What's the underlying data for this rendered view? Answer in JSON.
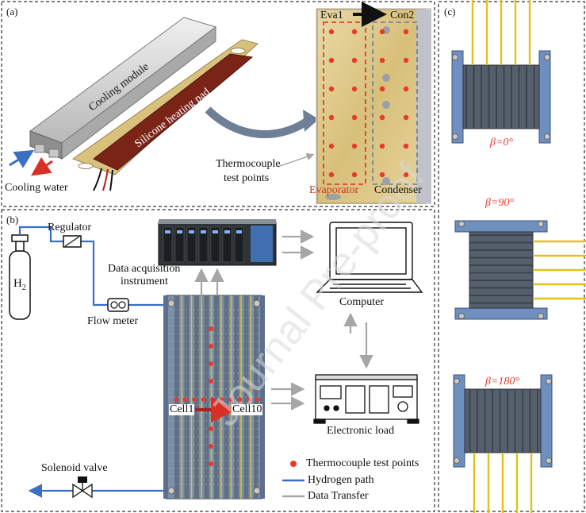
{
  "panels": {
    "a": {
      "label": "(a)",
      "cooling_module": "Cooling module",
      "heating_pad": "Silicone heating pad",
      "cooling_water": "Cooling water",
      "thermocouple": "Thermocouple\ntest points",
      "thermocouple_line1": "Thermocouple",
      "thermocouple_line2": "test points",
      "eva": "Eva1",
      "con": "Con2",
      "evaporator": "Evaporator",
      "condenser": "Condenser"
    },
    "b": {
      "label": "(b)",
      "regulator": "Regulator",
      "h2": "H",
      "h2_sub": "2",
      "flow_meter": "Flow meter",
      "daq_line1": "Data acquisition",
      "daq_line2": "instrument",
      "computer": "Computer",
      "electronic_load": "Electronic load",
      "cell1": "Cell1",
      "cell10": "Cell10",
      "solenoid": "Solenoid valve",
      "legend": [
        {
          "label": "Thermocouple test points"
        },
        {
          "label": "Hydrogen path"
        },
        {
          "label": "Data Transfer"
        }
      ]
    },
    "c": {
      "label": "(c)",
      "beta0": "β=0°",
      "beta90": "β=90°",
      "beta180": "β=180°"
    }
  },
  "watermark": "Journal Pre-proof",
  "colors": {
    "accent_red": "#e8392b",
    "hydrogen_blue": "#3a6fc4",
    "transfer_gray": "#a6a6a6",
    "stack_plate": "#6f8fbf",
    "fin_yellow": "#e2c21a",
    "evaporator_red": "#d93025",
    "condenser_gray": "#6b7b8f"
  }
}
